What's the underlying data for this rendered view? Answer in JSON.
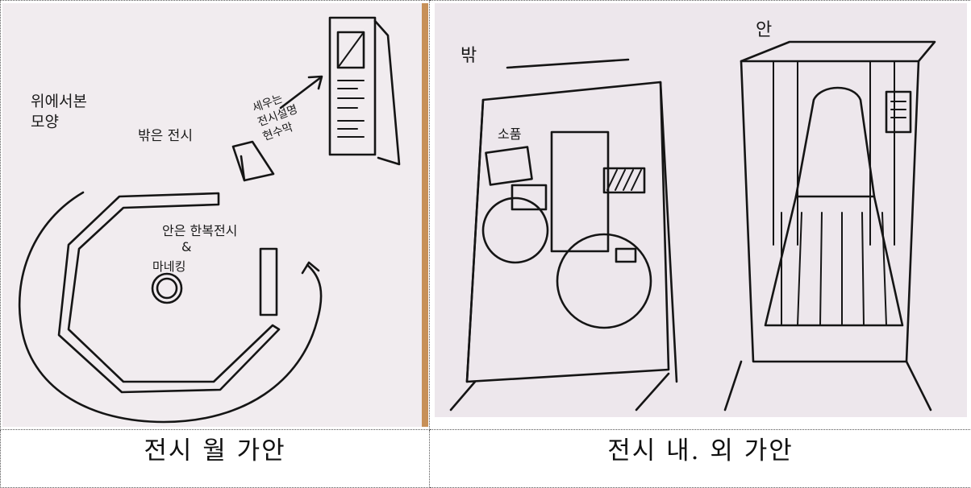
{
  "panels": [
    {
      "caption": "전시 월 가안",
      "notes": {
        "shape": "위에서본\n모양",
        "outer_exhibit": "밖은 전시",
        "stand_panel": "세우는\n전시설명\n현수막",
        "inner_exhibit": "안은 한복전시",
        "amp": "&",
        "mannequin": "마네킹"
      }
    },
    {
      "caption": "전시 내. 외 가안",
      "notes": {
        "outside": "밖",
        "inside": "안",
        "props": "소품"
      }
    }
  ],
  "colors": {
    "paper_left": "#f1ecef",
    "paper_right": "#ede7ec",
    "ink": "#151515",
    "table_left": "#c79058"
  }
}
